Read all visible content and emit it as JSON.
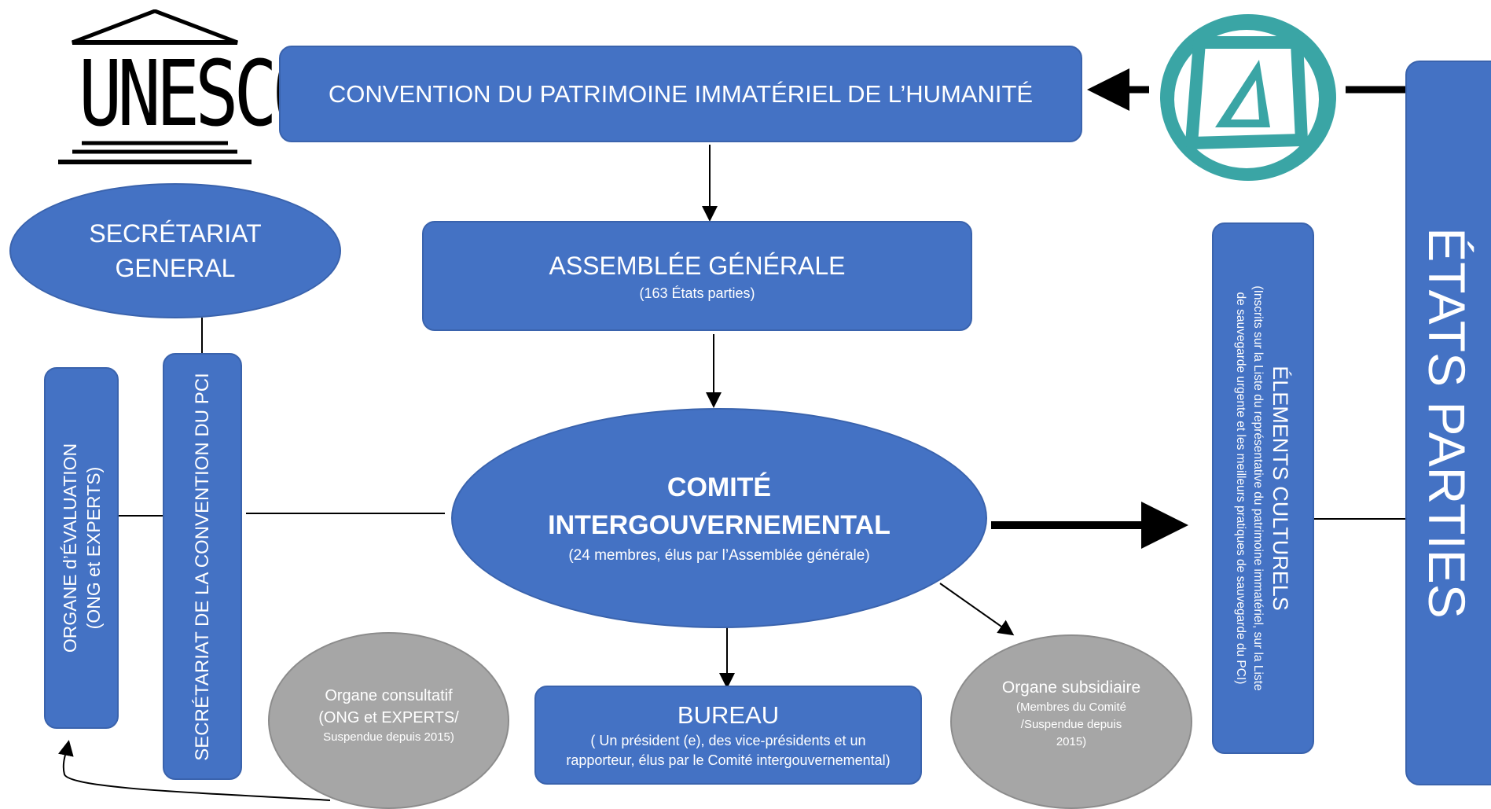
{
  "logo": {
    "unesco_text": "UNESCO"
  },
  "convention": {
    "title": "CONVENTION DU PATRIMOINE IMMATÉRIEL DE L’HUMANITÉ"
  },
  "secretariat_general": {
    "line1": "SECRÉTARIAT",
    "line2": "GENERAL"
  },
  "assemblee": {
    "title": "ASSEMBLÉE GÉNÉRALE",
    "subtitle": "(163 États parties)"
  },
  "comite": {
    "line1": "COMITÉ",
    "line2": "INTERGOUVERNEMENTAL",
    "subtitle": "(24 membres, élus par l’Assemblée générale)"
  },
  "organe_evaluation": {
    "line1": "ORGANE d’ÉVALUATION",
    "line2": "(ONG et EXPERTS)"
  },
  "secretariat_convention": {
    "title": "SECRÉTARIAT DE LA CONVENTION DU PCI"
  },
  "organe_consultatif": {
    "line1": "Organe consultatif",
    "line2": "(ONG et EXPERTS/",
    "line3": "Suspendue depuis 2015)"
  },
  "bureau": {
    "title": "BUREAU",
    "line1": "( Un président (e), des vice-présidents et un",
    "line2": "rapporteur, élus par le Comité intergouvernemental)"
  },
  "organe_subsidiaire": {
    "line1": "Organe subsidiaire",
    "line2": "(Membres du Comité",
    "line3": "/Suspendue depuis",
    "line4": "2015)"
  },
  "elements_culturels": {
    "title": "ÉLEMENTS CULTURELS",
    "line1": "(Inscrits sur la Liste du représentative du patrimoine immatériel, sur la Liste",
    "line2": "de sauvegarde urgente et les meilleurs pratiques de sauvegarde du PCI)"
  },
  "etats_parties": {
    "title": "ÉTATS PARTIES"
  },
  "colors": {
    "node_blue": "#4472c4",
    "node_grey": "#a6a6a6",
    "ich_teal": "#3aa5a5",
    "connector": "#000000"
  }
}
